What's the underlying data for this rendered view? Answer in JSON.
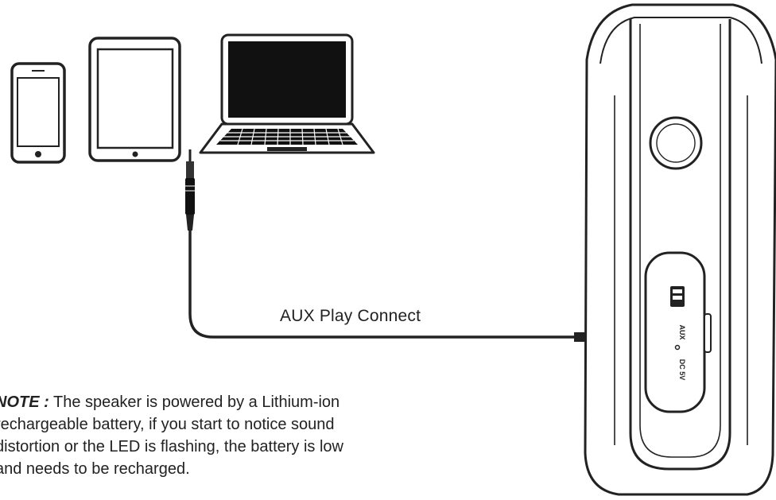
{
  "diagram": {
    "cable_label": "AUX Play Connect",
    "note": {
      "label": "NOTE :",
      "lines": [
        "The speaker is powered by a Lithium-ion",
        "rechargeable battery, if you start to notice sound",
        "distortion or the LED is flashing, the battery is low",
        "and needs to be recharged."
      ]
    },
    "speaker_panel": {
      "port_aux": "AUX",
      "port_dc": "DC 5V"
    }
  }
}
